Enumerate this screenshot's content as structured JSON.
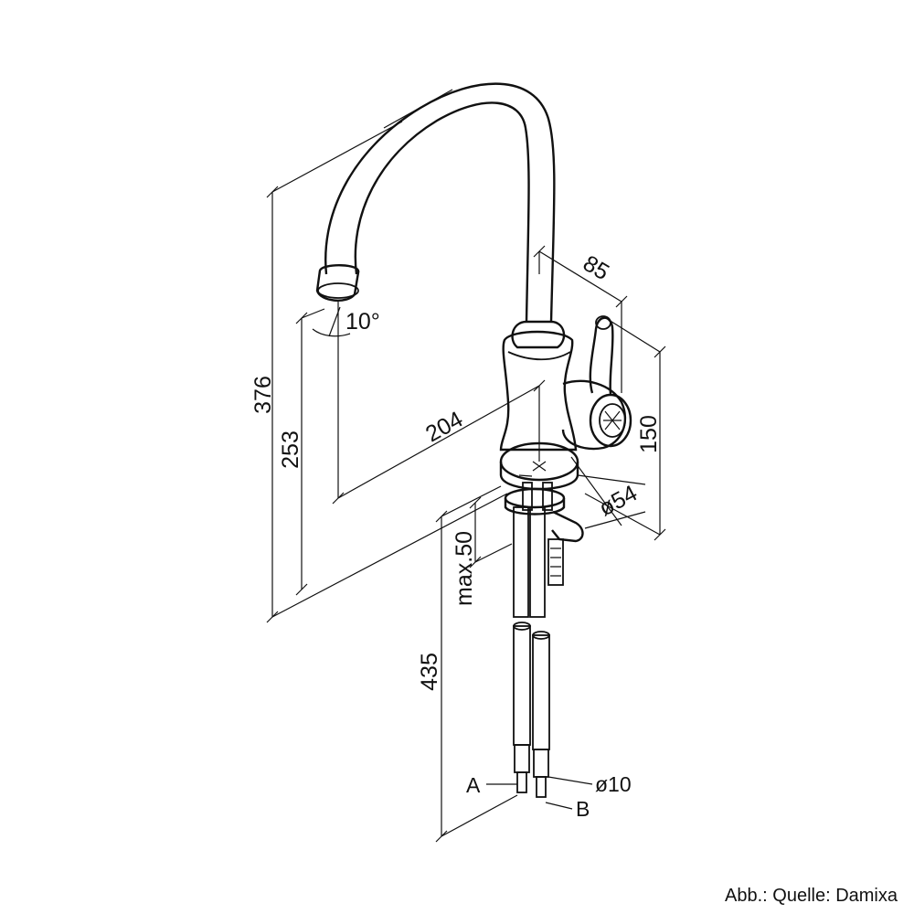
{
  "dimensions": {
    "height_total": "376",
    "height_spout": "253",
    "reach": "204",
    "lever_offset": "85",
    "body_height": "150",
    "base_diameter": "ø54",
    "mount_thickness": "max.50",
    "hose_length": "435",
    "spout_angle": "10°",
    "hose_diameter": "ø10"
  },
  "callouts": {
    "hose_a": "A",
    "hose_b": "B"
  },
  "source_note": "Abb.: Quelle: Damixa"
}
